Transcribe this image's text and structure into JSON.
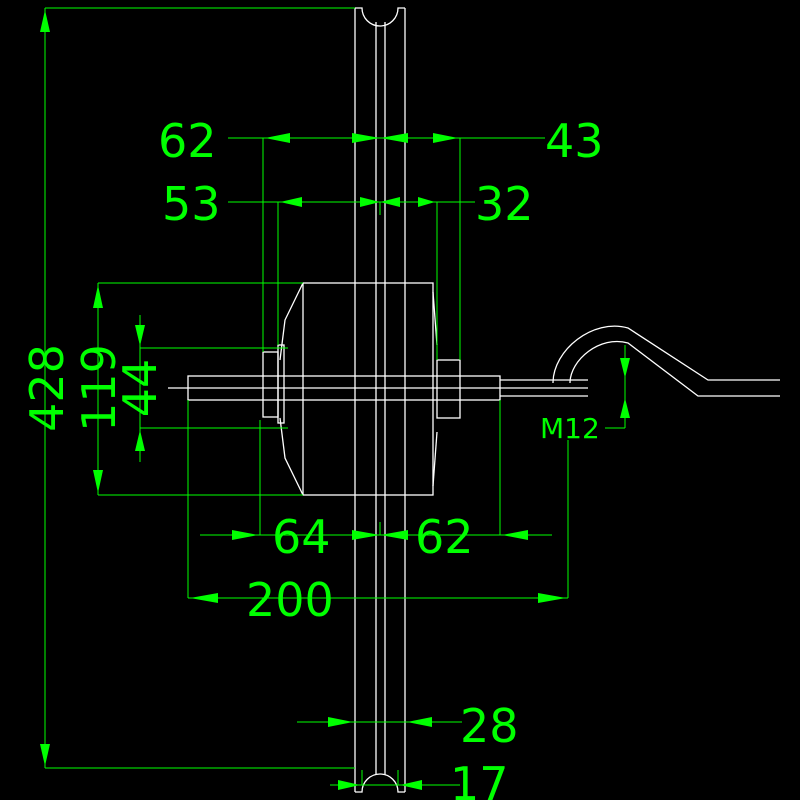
{
  "colors": {
    "background": "#000000",
    "part": "#ffffff",
    "dimension": "#00ff00"
  },
  "dimensions": {
    "d_428": "428",
    "d_62_top": "62",
    "d_43": "43",
    "d_53": "53",
    "d_32": "32",
    "d_119": "119",
    "d_44": "44",
    "d_m12": "M12",
    "d_64": "64",
    "d_62_bottom": "62",
    "d_200": "200",
    "d_28": "28",
    "d_17": "17"
  }
}
